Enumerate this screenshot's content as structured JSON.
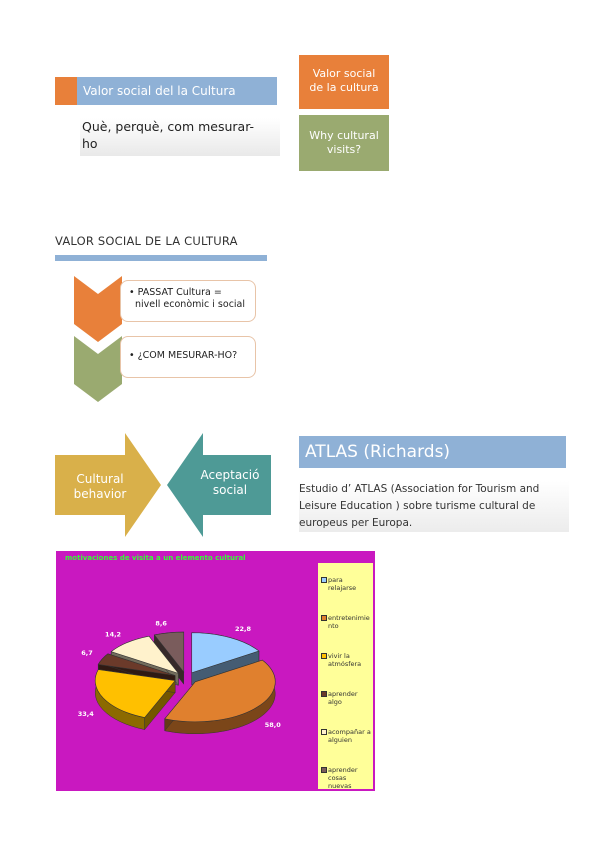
{
  "slide1": {
    "title": "Valor social del la Cultura",
    "subtitle_line1": "Què, perquè, com mesurar-",
    "subtitle_line2": "ho",
    "box_orange_line1": "Valor social",
    "box_orange_line2": "de la cultura",
    "box_green_line1": "Why cultural",
    "box_green_line2": "visits?"
  },
  "slide2": {
    "title": "VALOR SOCIAL DE LA CULTURA",
    "card1_line1": "• PASSAT  Cultura =",
    "card1_line2": "nivell econòmic i social",
    "card2": "• ¿COM MESURAR-HO?"
  },
  "slide3": {
    "left_arrow_line1": "Cultural",
    "left_arrow_line2": "behavior",
    "right_arrow_line1": "Aceptació",
    "right_arrow_line2": "social",
    "title": "ATLAS (Richards)",
    "body_line1": "Estudio d’ ATLAS (Association for Tourism and",
    "body_line2": "Leisure Education ) sobre turisme cultural de",
    "body_line3": "europeus per Europa."
  },
  "colors": {
    "orange": "#e8803a",
    "blue": "#8fb1d6",
    "olive": "#9aaa70",
    "mustard": "#d9b04a",
    "teal": "#4e9a96",
    "chart_bg": "#c918c0",
    "legend_bg": "#ffff99"
  },
  "chart_data": {
    "type": "pie",
    "title": "motivaciones de visita a un elemento cultural",
    "categories": [
      "para relajarse",
      "entretenimiento",
      "vivir la atmósfera",
      "aprender algo",
      "acompañar a alguien",
      "aprender cosas nuevas"
    ],
    "legend_labels": [
      [
        "para",
        "relajarse"
      ],
      [
        "entretenimie",
        "nto"
      ],
      [
        "vivir la",
        "atmósfera"
      ],
      [
        "aprender",
        "algo"
      ],
      [
        "acompañar a",
        "alguien"
      ],
      [
        "aprender",
        "cosas",
        "nuevas"
      ]
    ],
    "values": [
      22.8,
      58.0,
      33.4,
      6.7,
      14.2,
      8.6
    ],
    "value_labels": [
      "22,8",
      "58,0",
      "33,4",
      "6,7",
      "14,2",
      "8,6"
    ],
    "colors": [
      "#99ccff",
      "#e0802e",
      "#ffc000",
      "#6b3a2a",
      "#fff2cc",
      "#7a5c5c"
    ],
    "legend_position": "right",
    "style": "3d-exploded"
  }
}
